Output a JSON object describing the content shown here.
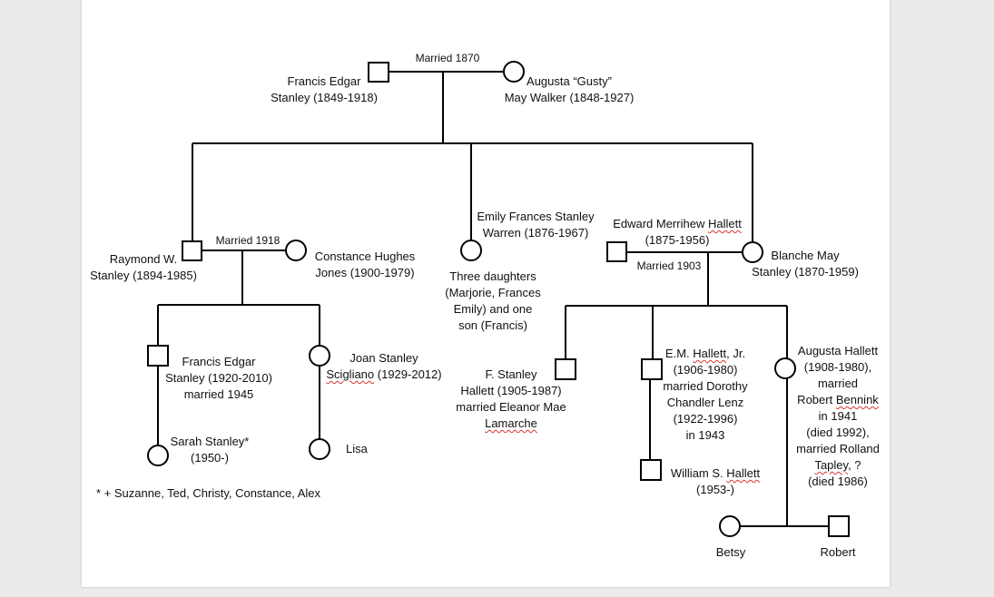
{
  "page": {
    "background": "#ffffff",
    "surround": "#ebebeb"
  },
  "couples": {
    "c1870": "Married 1870",
    "c1918": "Married 1918",
    "c1903": "Married 1903"
  },
  "people": {
    "francis_sr": {
      "line1": "Francis Edgar",
      "line2": "Stanley (1849-1918)"
    },
    "augusta_walker": {
      "line1": "Augusta “Gusty”",
      "line2": "May Walker (1848-1927)"
    },
    "raymond": {
      "line1": "Raymond W.",
      "line2": "Stanley (1894-1985)"
    },
    "constance": {
      "line1": "Constance Hughes",
      "line2": "Jones (1900-1979)"
    },
    "emily": {
      "line1": "Emily Frances Stanley",
      "line2": "Warren (1876-1967)"
    },
    "emily_children": [
      "Three daughters",
      "(Marjorie, Frances",
      "Emily) and one",
      "son (Francis)"
    ],
    "edward": {
      "line1_a": "Edward Merrihew ",
      "line1_b": "Hallett",
      "line2": "(1875-1956)"
    },
    "blanche": {
      "line1": "Blanche May",
      "line2": "Stanley (1870-1959)"
    },
    "francis_jr": {
      "line1": "Francis Edgar",
      "line2": "Stanley (1920-2010)",
      "line3": "married 1945"
    },
    "joan": {
      "line1": "Joan Stanley",
      "line2_a": "Scigliano",
      "line2_b": " (1929-2012)"
    },
    "sarah": {
      "line1": "Sarah Stanley*",
      "line2": "(1950-)"
    },
    "lisa": {
      "name": "Lisa"
    },
    "footnote": "* + Suzanne, Ted, Christy, Constance, Alex",
    "f_stanley_hallett": {
      "line1": "F. Stanley",
      "line2": "Hallett (1905-1987)",
      "line3": "married Eleanor Mae",
      "line4": "Lamarche"
    },
    "em_hallett": {
      "line1_a": "E.M. ",
      "line1_b": "Hallett",
      "line1_c": ", Jr.",
      "line2": "(1906-1980)",
      "line3": "married Dorothy",
      "line4": "Chandler Lenz",
      "line5": "(1922-1996)",
      "line6": "in 1943"
    },
    "william": {
      "line1_a": "William S. ",
      "line1_b": "Hallett",
      "line2": "(1953-)"
    },
    "augusta_hallett": {
      "line1": "Augusta Hallett",
      "line2": "(1908-1980),",
      "line3": "married",
      "line4_a": "Robert ",
      "line4_b": "Bennink",
      "line5": "in 1941",
      "line6": "(died 1992),",
      "line7": "married Rolland",
      "line8_a": "Tapley",
      "line8_b": ", ?",
      "line9": "(died 1986)"
    },
    "betsy": {
      "name": "Betsy"
    },
    "robert": {
      "name": "Robert"
    }
  }
}
